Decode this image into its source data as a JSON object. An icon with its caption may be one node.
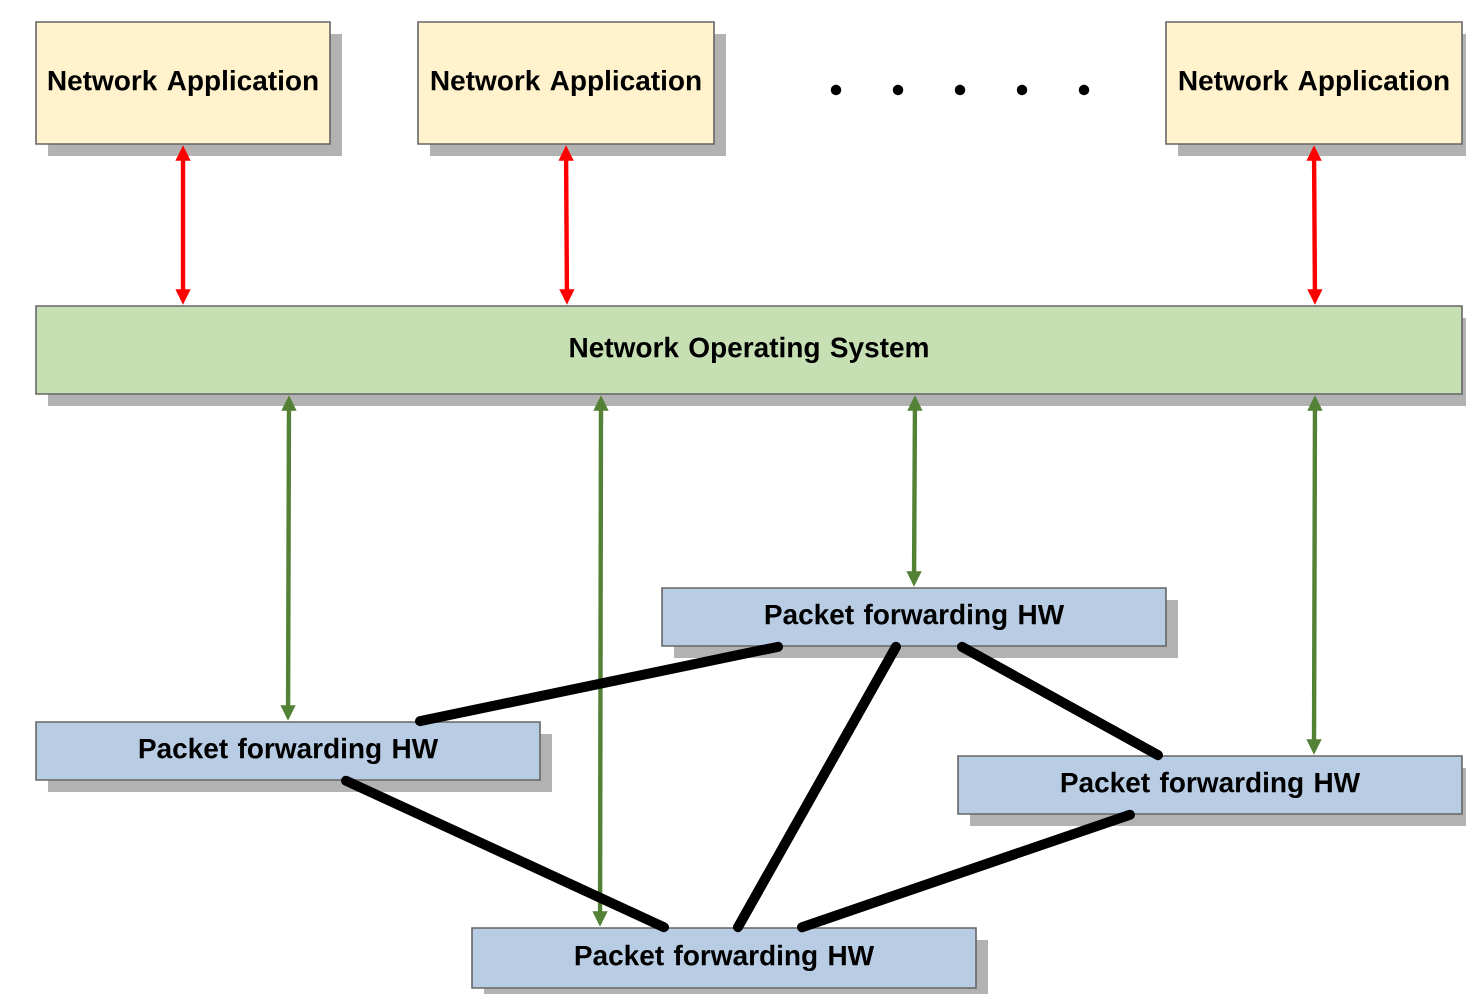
{
  "diagram": {
    "nodes": [
      {
        "text": [
          "Network Application"
        ]
      },
      {
        "text": [
          "Network Application"
        ]
      },
      {
        "text": [
          "Network Application"
        ]
      },
      {
        "text": [
          "Network Operating System"
        ]
      },
      {
        "text": [
          "Packet forwarding HW"
        ]
      },
      {
        "text": [
          "Packet forwarding HW"
        ]
      },
      {
        "text": [
          "Packet forwarding HW"
        ]
      },
      {
        "text": [
          "Packet forwarding HW"
        ]
      }
    ],
    "edges": [
      {
        "from": 0,
        "to": 3,
        "arrow": "both",
        "color": "#ff0000"
      },
      {
        "from": 1,
        "to": 3,
        "arrow": "both",
        "color": "#ff0000"
      },
      {
        "from": 2,
        "to": 3,
        "arrow": "both",
        "color": "#ff0000"
      },
      {
        "from": 3,
        "to": 5,
        "arrow": "both",
        "color": "#538135"
      },
      {
        "from": 3,
        "to": 7,
        "arrow": "both",
        "color": "#538135"
      },
      {
        "from": 3,
        "to": 4,
        "arrow": "both",
        "color": "#538135"
      },
      {
        "from": 3,
        "to": 6,
        "arrow": "both",
        "color": "#538135"
      },
      {
        "from": 5,
        "to": 4,
        "arrow": "none",
        "style": "thick",
        "color": "#000000"
      },
      {
        "from": 4,
        "to": 6,
        "arrow": "none",
        "style": "thick",
        "color": "#000000"
      },
      {
        "from": 4,
        "to": 7,
        "arrow": "none",
        "style": "thick",
        "color": "#000000"
      },
      {
        "from": 5,
        "to": 7,
        "arrow": "none",
        "style": "thick",
        "color": "#000000"
      },
      {
        "from": 6,
        "to": 7,
        "arrow": "none",
        "style": "thick",
        "color": "#000000"
      }
    ]
  }
}
